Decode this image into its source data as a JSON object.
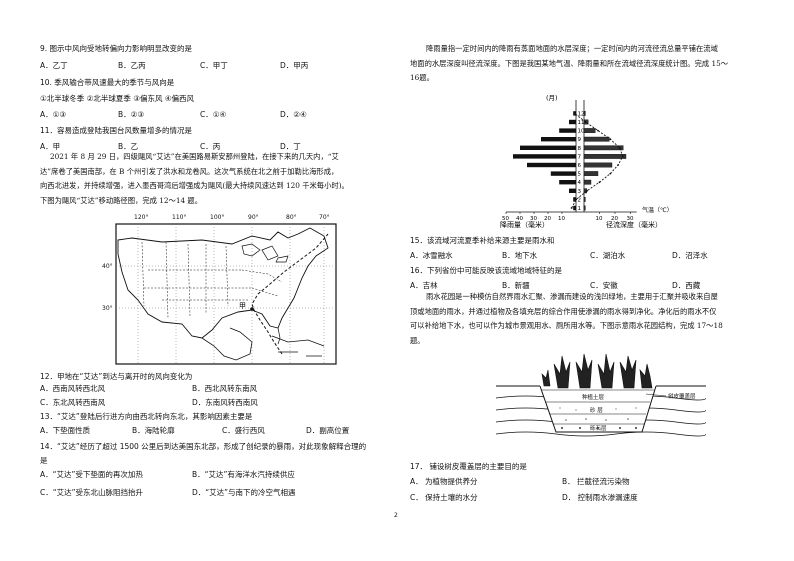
{
  "left": {
    "q9": {
      "stem": "9. 图示中风向受地转偏向力影响明显改变的是",
      "options": [
        "A．乙丁",
        "B．乙丙",
        "C．甲丁",
        "D．甲丙"
      ]
    },
    "q10": {
      "stem": "10. 季风输合带风速最大的季节与风向是",
      "subopts": "①北半球冬季  ②北半球夏季  ③偏东风  ④偏西风",
      "options": [
        "A．①③",
        "B．②③",
        "C．①④",
        "D．②④"
      ]
    },
    "q11": {
      "stem": "11．容易造成登陆我国台风数量增多的情况是",
      "options": [
        "A．甲",
        "B．乙",
        "C．丙",
        "D．丁"
      ]
    },
    "intro": [
      "2021 年 8 月 29 日，四级飓风“艾达”在美国路易斯安那州登陆，在接下来的几天内，“艾",
      "达”席卷了美国南部，在 B 个州引发了洪水和龙卷风。这次气系统在北之前于加勒比海形成，",
      "向西北进发，并持续增强，进入墨西哥湾后增强成为飓风(最大持续风速达到 120 千米每小时)。",
      "下图为飓风“艾达”移动路径图，完成 12～14 题。"
    ],
    "map": {
      "top_lons": [
        "120°",
        "110°",
        "100°",
        "90°",
        "80°",
        "70°"
      ],
      "lats": [
        "40°",
        "30°"
      ],
      "place": "甲"
    },
    "q12": {
      "stem": "12．甲地在“艾达”到达与离开时的风向变化为",
      "options": [
        "A．西南风转西北风",
        "B．西北风转东南风",
        "C．东北风转西南风",
        "D．东南风转西南风"
      ]
    },
    "q13": {
      "stem": "13．“艾达”登陆后行进方向由西北转向东北，其影响因素主要是",
      "options": [
        "A．下垫面性质",
        "B．海陆轮廓",
        "C．盛行西风",
        "D．副高位置"
      ]
    },
    "q14": {
      "stem": "14．“艾达”经历了超过 1500 公里后到达美国东北部，形成了创纪录的暴雨，对此现象解释合理的",
      "stem2": "是",
      "options": [
        "A．“艾达”受下垫面的再次加热",
        "B．“艾达”有海洋水汽持续供应",
        "C．“艾达”受东北山脉阻挡抬升",
        "D．“艾达”与南下的冷空气相遇"
      ]
    }
  },
  "right": {
    "intro": [
      "降雨量指一定时间内的降雨有蒸面地面的水层深度；一定时间内的河流径流总量平铺在流域",
      "地面的水层深度叫径流深度。下图是我国某地气温、降雨量和所在流域径流深度统计图。完成 15～",
      "16题。"
    ],
    "q15": {
      "stem": "15．该流域河流夏季补给来源主要是雨水和",
      "options": [
        "A．冰雪融水",
        "B．地下水",
        "C．湖泊水",
        "D．沼泽水"
      ]
    },
    "q16": {
      "stem": "16．下列省份中可能反映该流域地域特征的是",
      "options": [
        "A．吉林",
        "B．新疆",
        "C．安徽",
        "D．西藏"
      ]
    },
    "intro2": [
      "雨水花园是一种模仿自然界雨水汇聚、渗漏而建设的浅凹绿地，主要用于汇聚并吸收来自屋",
      "顶或地面的雨水，并通过植物及各填充层的综合作用使渗漏的雨水得到净化。净化后的雨水不仅",
      "可以补给地下水，也可以作为城市景观用水、厕所用水等。下图示意雨水花园结构，完成 17～18",
      "题。"
    ],
    "garden_labels": {
      "bark": "树皮覆盖层",
      "plant": "种植土层",
      "sand": "砂  层",
      "gravel": "砾石层"
    },
    "q17": {
      "stem": "17．  铺设树皮覆盖层的主要目的是",
      "options": [
        "A．  为植物提供养分",
        "B．  拦截径流污染物",
        "C．  保持土壤的水分",
        "D．  控制雨水渗漏速度"
      ]
    }
  },
  "page_number": "2",
  "chart_data": {
    "type": "bar",
    "months": [
      1,
      2,
      3,
      4,
      5,
      6,
      7,
      8,
      9,
      10,
      11,
      12
    ],
    "month_axis_label": "(月)",
    "x_left_label": "降雨量（毫米）",
    "x_right_label": "径流深度（毫米）",
    "x_right_unit": "气温（℃）",
    "left_ticks": [
      50,
      40,
      30,
      20,
      10
    ],
    "right_ticks": [
      10,
      20,
      30
    ],
    "series": [
      {
        "name": "降雨量",
        "values": [
          2,
          2,
          5,
          12,
          18,
          35,
          45,
          40,
          25,
          12,
          5,
          2
        ]
      },
      {
        "name": "径流深度",
        "values": [
          1,
          1,
          2,
          5,
          10,
          20,
          30,
          28,
          18,
          8,
          3,
          1
        ]
      },
      {
        "name": "气温",
        "values": [
          -8,
          -5,
          2,
          10,
          17,
          22,
          25,
          23,
          17,
          9,
          1,
          -6
        ]
      }
    ]
  }
}
